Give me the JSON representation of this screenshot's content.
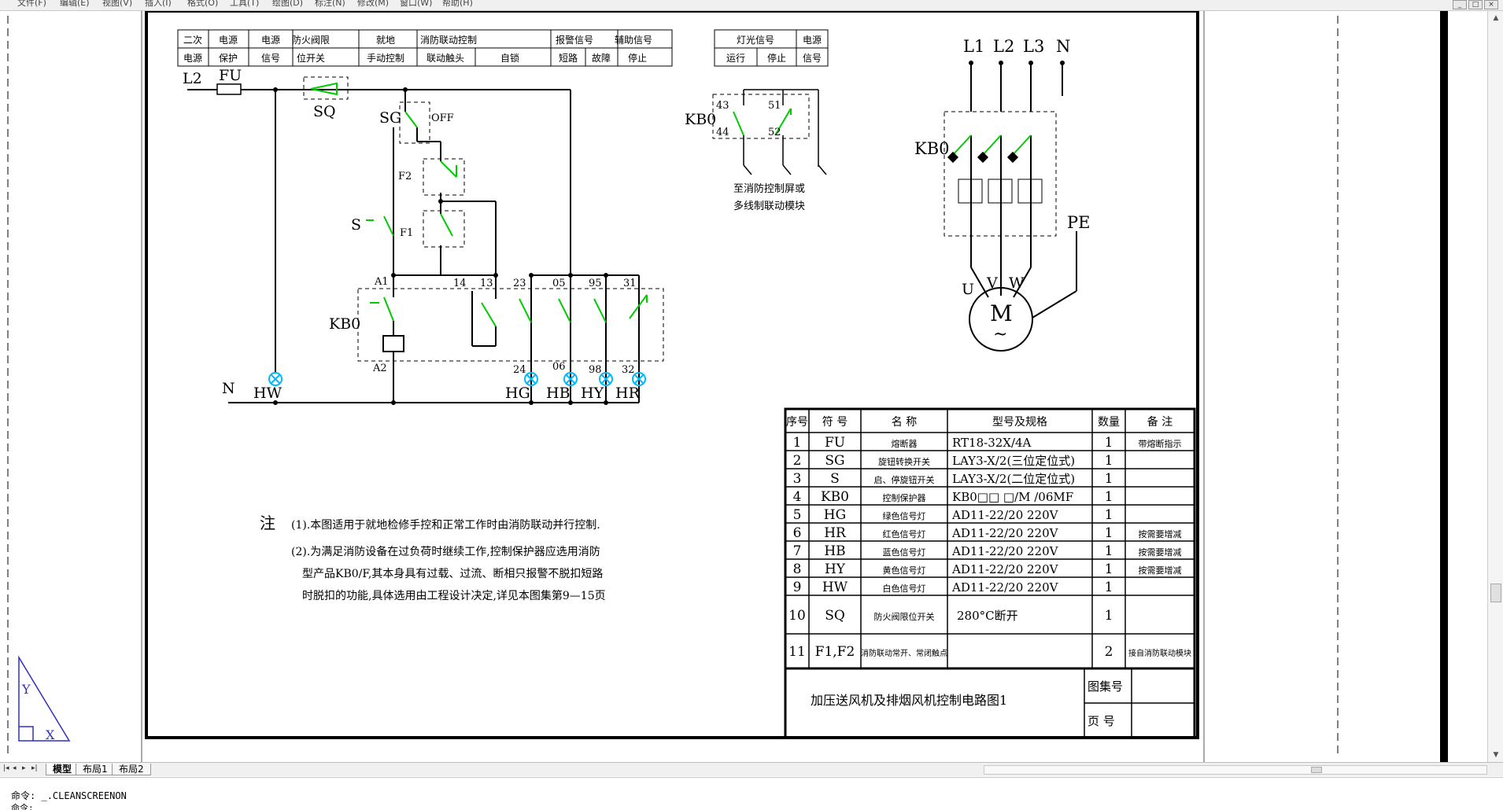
{
  "menubar": {
    "items": [
      "文件(F)",
      "编辑(E)",
      "视图(V)",
      "插入(I)",
      "格式(O)",
      "工具(T)",
      "绘图(D)",
      "标注(N)",
      "修改(M)",
      "窗口(W)",
      "帮助(H)"
    ]
  },
  "window_controls": [
    "_",
    "□",
    "×"
  ],
  "drawing": {
    "header_table_1": {
      "row1": [
        "二次",
        "电源",
        "电源",
        "防火阀限",
        "就地",
        "消防联动控制",
        "报警信号",
        "辅助信号"
      ],
      "row2": [
        "电源",
        "保护",
        "信号",
        "位开关",
        "手动控制",
        "联动触头",
        "自锁",
        "短路",
        "故障",
        "停止"
      ]
    },
    "header_table_2": {
      "row1": [
        "灯光信号",
        "电源"
      ],
      "row2": [
        "运行",
        "停止",
        "信号"
      ]
    },
    "labels": {
      "L2": "L2",
      "FU": "FU",
      "SQ": "SQ",
      "SG": "SG",
      "OFF": "OFF",
      "F2": "F2",
      "F1": "F1",
      "S": "S",
      "KB0": "KB0",
      "A1": "A1",
      "A2": "A2",
      "N": "N",
      "t14": "14",
      "t13": "13",
      "t23": "23",
      "t05": "05",
      "t95": "95",
      "t31": "31",
      "t24": "24",
      "t06": "06",
      "t98": "98",
      "t32": "32",
      "HW": "HW",
      "HG": "HG",
      "HB": "HB",
      "HY": "HY",
      "HR": "HR",
      "aux_KB0": "KB0",
      "t43": "43",
      "t44": "44",
      "t51": "51",
      "t52": "52",
      "aux_note1": "至消防控制屏或",
      "aux_note2": "多线制联动模块",
      "L1": "L1",
      "L2b": "L2",
      "L3": "L3",
      "Nb": "N",
      "main_KB0": "KB0",
      "PE": "PE",
      "U": "U",
      "V": "V",
      "W": "W",
      "motor_M": "M",
      "motor_tilde": "~"
    },
    "notes": {
      "zhu": "注",
      "n1": "(1).本图适用于就地检修手控和正常工作时由消防联动并行控制.",
      "n2": "(2).为满足消防设备在过负荷时继续工作,控制保护器应选用消防",
      "n3": "型产品KB0/F,其本身具有过载、过流、断相只报警不脱扣短路",
      "n4": "时脱扣的功能,具体选用由工程设计决定,详见本图集第9—15页"
    },
    "bom": {
      "headers": [
        "序号",
        "符 号",
        "名  称",
        "型号及规格",
        "数量",
        "备  注"
      ],
      "rows": [
        {
          "no": "1",
          "sym": "FU",
          "name": "熔断器",
          "spec": "RT18-32X/4A",
          "qty": "1",
          "note": "带熔断指示"
        },
        {
          "no": "2",
          "sym": "SG",
          "name": "旋钮转换开关",
          "spec": "LAY3-X/2(三位定位式)",
          "qty": "1",
          "note": ""
        },
        {
          "no": "3",
          "sym": "S",
          "name": "启、停旋钮开关",
          "spec": "LAY3-X/2(二位定位式)",
          "qty": "1",
          "note": ""
        },
        {
          "no": "4",
          "sym": "KB0",
          "name": "控制保护器",
          "spec": "KB0□□ □/M /06MF",
          "qty": "1",
          "note": ""
        },
        {
          "no": "5",
          "sym": "HG",
          "name": "绿色信号灯",
          "spec": "AD11-22/20   220V",
          "qty": "1",
          "note": ""
        },
        {
          "no": "6",
          "sym": "HR",
          "name": "红色信号灯",
          "spec": "AD11-22/20   220V",
          "qty": "1",
          "note": "按需要增减"
        },
        {
          "no": "7",
          "sym": "HB",
          "name": "蓝色信号灯",
          "spec": "AD11-22/20   220V",
          "qty": "1",
          "note": "按需要增减"
        },
        {
          "no": "8",
          "sym": "HY",
          "name": "黄色信号灯",
          "spec": "AD11-22/20   220V",
          "qty": "1",
          "note": "按需要增减"
        },
        {
          "no": "9",
          "sym": "HW",
          "name": "白色信号灯",
          "spec": "AD11-22/20   220V",
          "qty": "1",
          "note": ""
        },
        {
          "no": "10",
          "sym": "SQ",
          "name": "防火阀限位开关",
          "spec": "280°C断开",
          "qty": "1",
          "note": ""
        },
        {
          "no": "11",
          "sym": "F1,F2",
          "name": "消防联动常开、常闭触点",
          "spec": "",
          "qty": "2",
          "note": "接自消防联动模块"
        }
      ]
    },
    "title_block": {
      "title": "加压送风机及排烟风机控制电路图1",
      "atlas_label": "图集号",
      "page_label": "页 号"
    },
    "ucs": {
      "x": "X",
      "y": "Y"
    }
  },
  "tabs": {
    "nav": [
      "|◂",
      "◂",
      "▸",
      "▸|"
    ],
    "items": [
      "模型",
      "布局1",
      "布局2"
    ]
  },
  "command": {
    "prompt": "命令:",
    "text": "_.CLEANSCREENON",
    "next": "命令:"
  },
  "colors": {
    "line": "#000000",
    "switch_green": "#00cc00",
    "lamp_cyan": "#00b8ff",
    "dash_border": "#000000",
    "menubar_bg": "#f0f0f0"
  }
}
